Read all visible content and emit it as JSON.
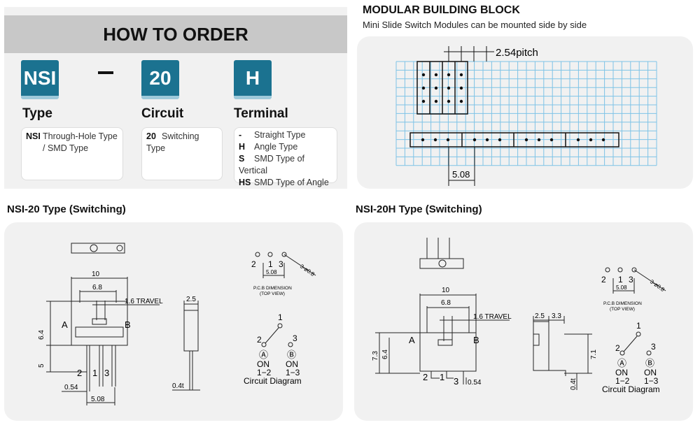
{
  "order": {
    "title": "HOW TO ORDER",
    "dash": "–",
    "codes": [
      {
        "code": "NSI",
        "section": "Type"
      },
      {
        "code": "20",
        "section": "Circuit"
      },
      {
        "code": "H",
        "section": "Terminal"
      }
    ],
    "type_items": [
      {
        "k": "NSI",
        "v": "Through-Hole Type"
      },
      {
        "k": "",
        "v": "/ SMD Type"
      }
    ],
    "circuit_items": [
      {
        "k": "20",
        "v": "Switching Type"
      }
    ],
    "terminal_items": [
      {
        "k": "-",
        "v": "Straight Type"
      },
      {
        "k": "H",
        "v": "Angle Type"
      },
      {
        "k": "S",
        "v": "SMD Type of Vertical"
      },
      {
        "k": "HS",
        "v": "SMD Type of Angle"
      }
    ]
  },
  "modular": {
    "title": "MODULAR BUILDING BLOCK",
    "subtitle": "Mini Slide Switch Modules can be mounted side by side",
    "pitch": "2.54pitch",
    "dim": "5.08"
  },
  "nsi20": {
    "title": "NSI-20 Type (Switching)",
    "w10": "10",
    "w68": "6.8",
    "travel": "1.6 TRAVEL",
    "a": "A",
    "b": "B",
    "h64": "6.4",
    "h5": "5",
    "p2": "2",
    "p1": "1",
    "p3": "3",
    "d054": "0.54",
    "d508": "5.08",
    "s25": "2.5",
    "s04": "0.4t"
  },
  "nsi20h": {
    "title": "NSI-20H Type (Switching)",
    "w10": "10",
    "w68": "6.8",
    "travel": "1.6 TRAVEL",
    "a": "A",
    "b": "B",
    "h73": "7.3",
    "h64": "6.4",
    "p2": "2",
    "p1": "1",
    "p3": "3",
    "d054": "0.54",
    "s25": "2.5",
    "s33": "3.3",
    "h71": "7.1",
    "s04": "0.4t"
  },
  "pcb": {
    "p2": "2",
    "p1": "1",
    "p3": "3",
    "pitch": "5.08",
    "hole": "3-ø0.8",
    "label1": "P.C.B DIMENSION",
    "label2": "(TOP VIEW)"
  },
  "circuit": {
    "n1": "1",
    "n2": "2",
    "n3": "3",
    "a": "Ⓐ",
    "b": "Ⓑ",
    "on": "ON",
    "c12": "1−2",
    "c13": "1−3",
    "caption": "Circuit Diagram"
  }
}
